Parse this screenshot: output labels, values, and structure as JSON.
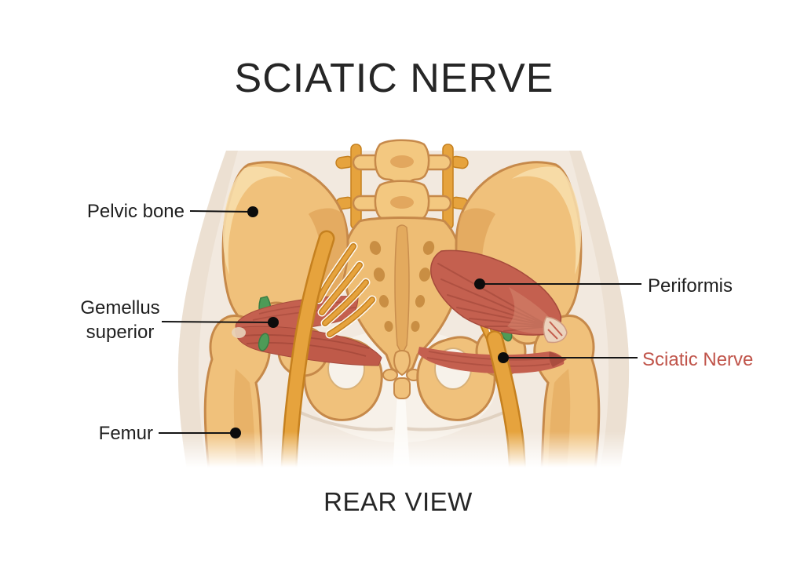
{
  "title": "SCIATIC NERVE",
  "view_label": "REAR VIEW",
  "labels": {
    "pelvic_bone": "Pelvic bone",
    "gemellus_superior": "Gemellus superior",
    "femur": "Femur",
    "periformis": "Periformis",
    "sciatic_nerve": "Sciatic Nerve"
  },
  "colors": {
    "sciatic_nerve_label": "#c0544a",
    "label_text": "#1f1f1f",
    "title_text": "#262626",
    "bone": "#f0c17b",
    "bone_outline": "#c6894a",
    "muscle": "#c4604f",
    "muscle_dark": "#a64a3c",
    "nerve": "#e6a33d",
    "nerve_outline": "#c5801f",
    "ligament_green": "#4e9b57",
    "body_skin": "#f2e9df"
  }
}
